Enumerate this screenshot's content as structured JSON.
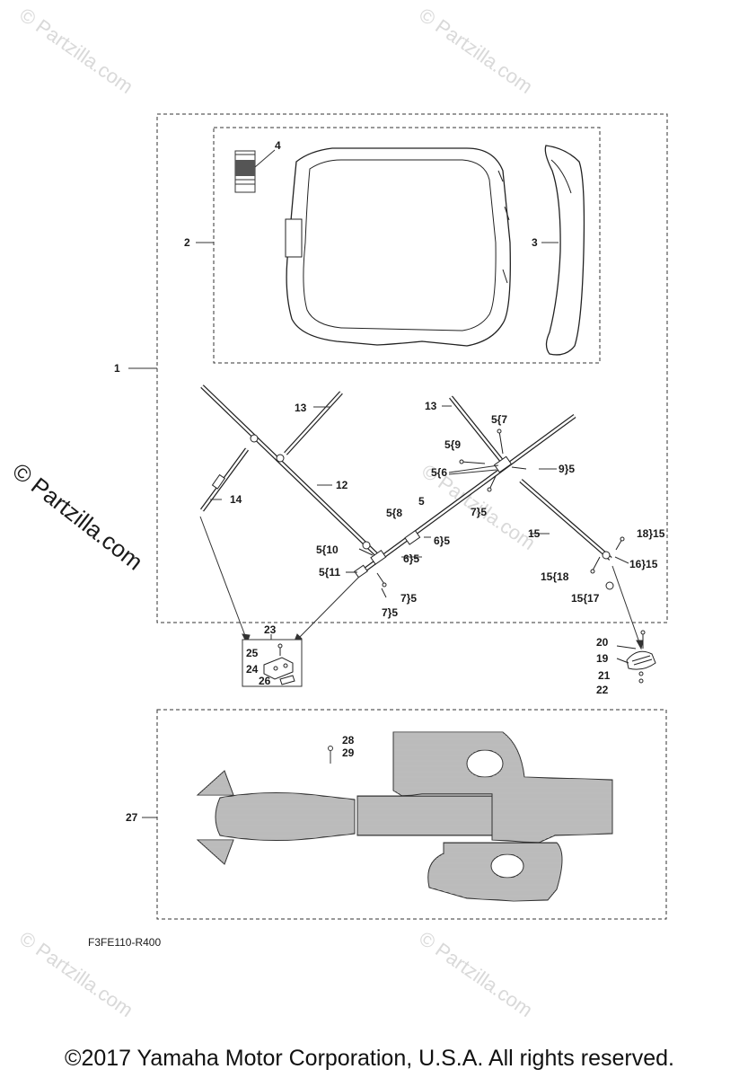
{
  "watermark": {
    "text": "© Partzilla.com"
  },
  "diagram_code": "F3FE110-R400",
  "copyright": "©2017  Yamaha Motor Corporation, U.S.A. All rights reserved.",
  "callouts": {
    "c1": "1",
    "c2": "2",
    "c3": "3",
    "c4": "4",
    "c13a": "13",
    "c12": "12",
    "c14": "14",
    "c13b": "13",
    "c5_7": "5{7",
    "c5_9": "5{9",
    "c5_6": "5{6",
    "c9_5": "9}5",
    "c7_5a": "7}5",
    "c5": "5",
    "c5_8": "5{8",
    "c6_5a": "6}5",
    "c5_10": "5{10",
    "c6_5b": "6}5",
    "c5_11": "5{11",
    "c7_5b": "7}5",
    "c7_5c": "7}5",
    "c15": "15",
    "c18_15": "18}15",
    "c16_15": "16}15",
    "c15_18": "15{18",
    "c15_17": "15{17",
    "c20": "20",
    "c19": "19",
    "c21": "21",
    "c22": "22",
    "c23": "23",
    "c25": "25",
    "c24": "24",
    "c26": "26",
    "c27": "27",
    "c28": "28",
    "c29": "29"
  }
}
